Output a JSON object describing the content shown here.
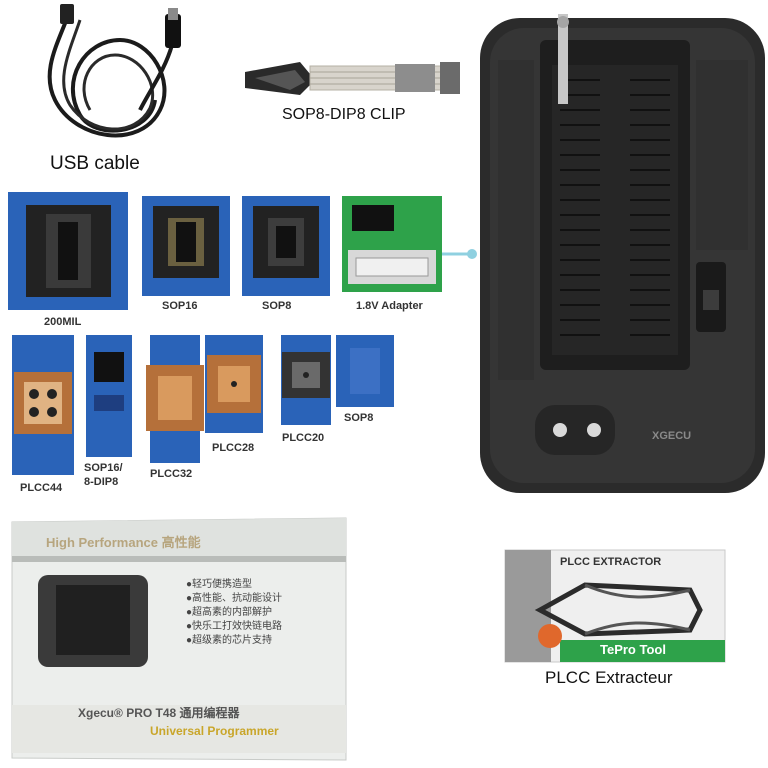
{
  "labels": {
    "usb_cable": "USB cable",
    "clip": "SOP8-DIP8 CLIP",
    "adapter_200mil": "200MIL",
    "sop16": "SOP16",
    "sop8_a": "SOP8",
    "adapter_18v": "1.8V Adapter",
    "plcc44": "PLCC44",
    "sop16_8dip8_line1": "SOP16/",
    "sop16_8dip8_line2": "8-DIP8",
    "plcc32": "PLCC32",
    "plcc28": "PLCC28",
    "plcc20": "PLCC20",
    "sop8_b": "SOP8",
    "plcc_extracteur": "PLCC Extracteur"
  },
  "box": {
    "header": "High Performance 高性能",
    "features": [
      "●轻巧便携造型",
      "●高性能、抗动能设计",
      "●超高素的内部解护",
      "●快乐工打效快链电路",
      "●超级素的芯片支持"
    ],
    "brand": "Xgecu® PRO  T48  通用编程器",
    "subtitle": "Universal Programmer"
  },
  "extractor_card": {
    "title": "PLCC EXTRACTOR",
    "brand": "TePro Tool"
  },
  "programmer": {
    "badge": "XGECU"
  },
  "colors": {
    "pcb_blue": "#2a63b8",
    "socket_black": "#222222",
    "pcb_green": "#2ea24a",
    "programmer_body": "#2b2b2b",
    "plcc_brown": "#b5703a"
  }
}
